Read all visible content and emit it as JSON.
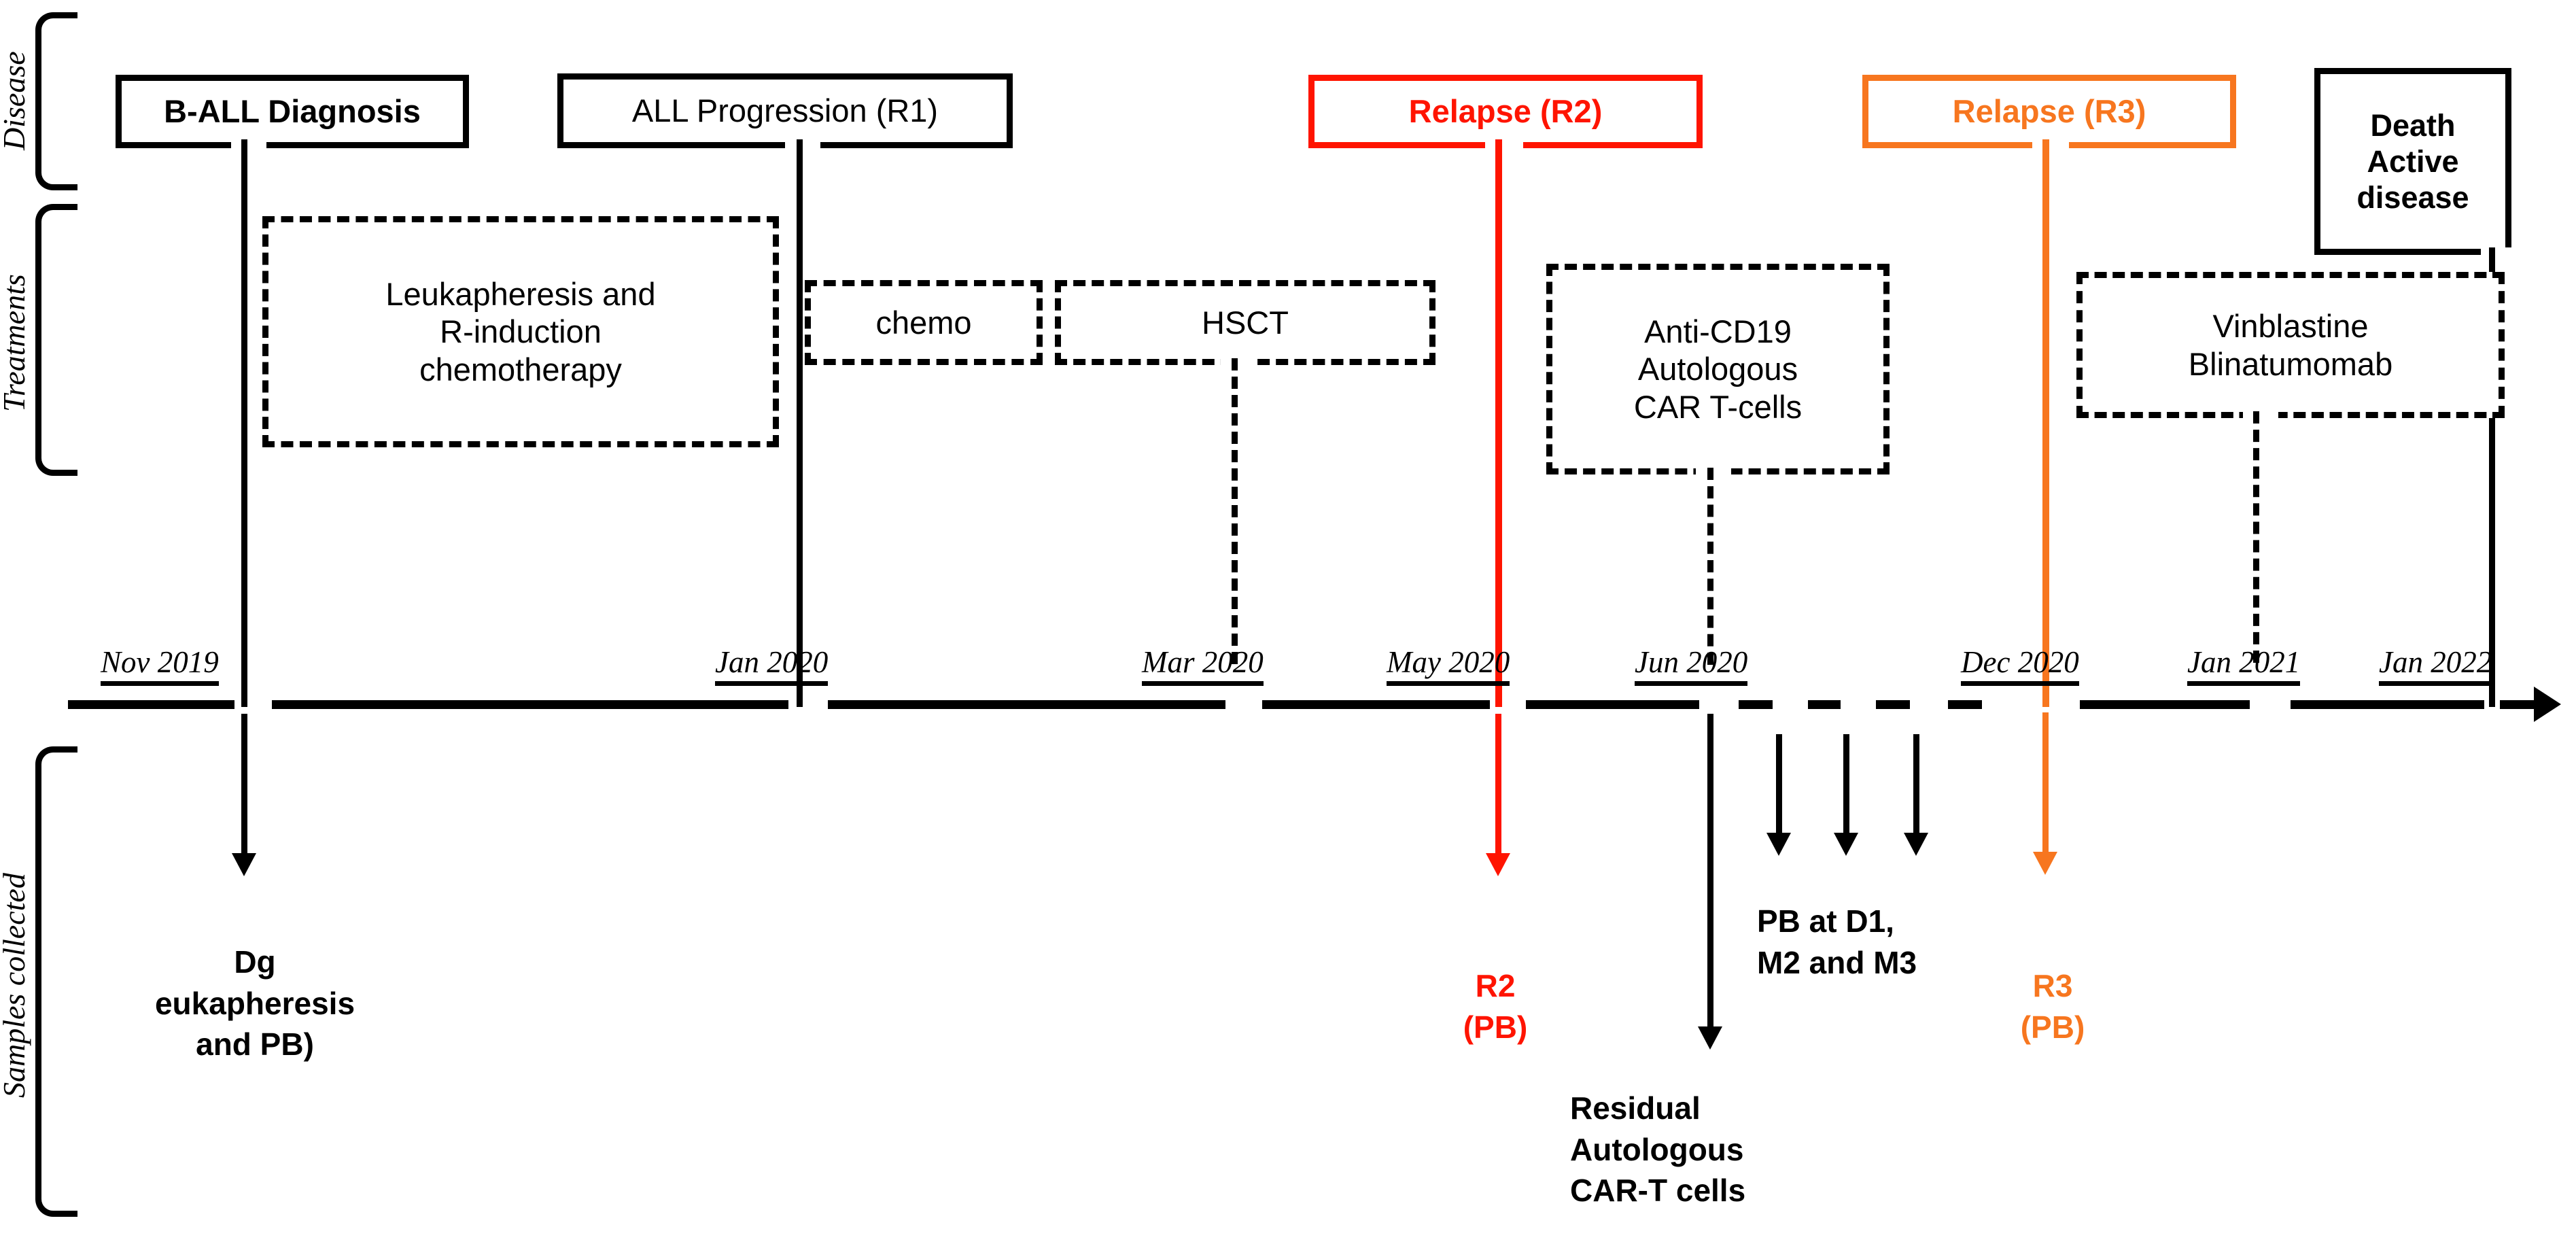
{
  "figure": {
    "type": "clinical-timeline",
    "title": "",
    "colors": {
      "relapse_r2": "#FF1400",
      "relapse_r3": "#F7761F",
      "default": "#000000"
    }
  },
  "row_labels": {
    "disease": "Disease",
    "treatments": "Treatments",
    "samples": "Samples collected"
  },
  "disease_events": [
    {
      "label": "B-ALL Diagnosis",
      "style": "solid-bold",
      "color": "#000000"
    },
    {
      "label": "ALL Progression (R1)",
      "style": "solid",
      "color": "#000000"
    },
    {
      "label": "Relapse (R2)",
      "style": "solid-bold",
      "color": "#FF1400"
    },
    {
      "label": "Relapse (R3)",
      "style": "solid-bold",
      "color": "#F7761F"
    },
    {
      "label": "Death\nActive\ndisease",
      "style": "solid-bold",
      "color": "#000000"
    }
  ],
  "treatments": [
    {
      "label": "Leukapheresis and\nR-induction\nchemotherapy"
    },
    {
      "label": "chemo"
    },
    {
      "label": "HSCT"
    },
    {
      "label": "Anti-CD19\nAutologous\nCAR T-cells"
    },
    {
      "label": "Vinblastine\nBlinatumomab"
    }
  ],
  "timeline": {
    "dates": [
      "Nov 2019",
      "Jan 2020",
      "Mar 2020",
      "May 2020",
      "Jun 2020",
      "Dec 2020",
      "Jan 2021",
      "Jan 2022"
    ]
  },
  "samples": [
    {
      "label": "Dg\neukapheresis\nand PB)",
      "color": "#000000"
    },
    {
      "label": "R2\n(PB)",
      "color": "#FF1400"
    },
    {
      "label": "Residual\nAutologous\nCAR-T cells",
      "color": "#000000"
    },
    {
      "label": "PB at D1,\nM2 and M3",
      "color": "#000000"
    },
    {
      "label": "R3\n(PB)",
      "color": "#F7761F"
    }
  ]
}
